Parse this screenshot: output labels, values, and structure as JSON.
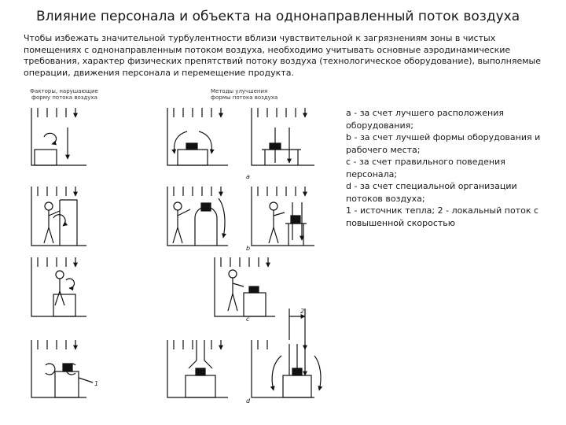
{
  "page": {
    "title": "Влияние персонала и объекта на однонаправленный поток воздуха",
    "intro": "Чтобы избежать значительной турбулентности вблизи чувствительной к загрязнениям зоны в чистых помещениях с однонаправленным потоком воздуха, необходимо учитывать основные аэродинамические требования, характер физических препятствий потоку воздуха (технологическое оборудование), выполняемые операции, движения персонала и перемещение продукта."
  },
  "figure": {
    "col_left_header": [
      "Факторы, нарушающие",
      "форму потока воздуха"
    ],
    "col_right_header": [
      "Методы улучшения",
      "формы потока воздуха"
    ],
    "row_letters": [
      "a",
      "b",
      "c",
      "d"
    ],
    "callout_1": "1",
    "callout_2": "2"
  },
  "legend": {
    "lines": [
      "a - за счет лучшего расположения",
      "оборудования;",
      "b - за счет лучшей формы оборудования и",
      "рабочего места;",
      "c - за счет правильного поведения",
      "персонала;",
      " d - за счет специальной организации",
      "потоков воздуха;",
      " 1 - источник тепла; 2 - локальный поток с",
      "повышенной скоростью"
    ]
  }
}
